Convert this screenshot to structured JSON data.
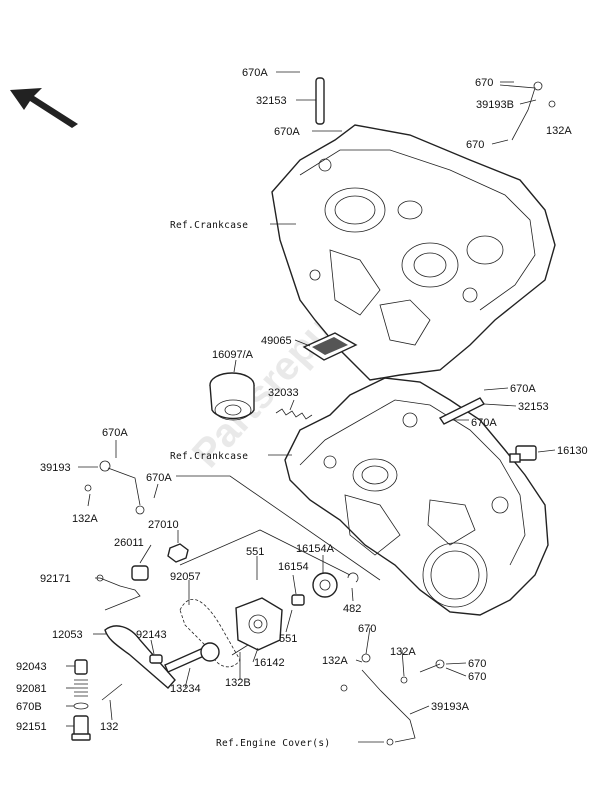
{
  "watermark": "Partsrepublik",
  "ref_labels": {
    "crankcase_upper": "Ref.Crankcase",
    "crankcase_lower": "Ref.Crankcase",
    "engine_cover": "Ref.Engine Cover(s)"
  },
  "parts": {
    "p670A_top": "670A",
    "p32153_top": "32153",
    "p670A_top2": "670A",
    "p670_tr1": "670",
    "p39193B": "39193B",
    "p132A_tr": "132A",
    "p670_tr2": "670",
    "p49065": "49065",
    "p16097A": "16097/A",
    "p32033": "32033",
    "p670A_r1": "670A",
    "p32153_r": "32153",
    "p670A_r2": "670A",
    "p16130": "16130",
    "p670A_l1": "670A",
    "p39193_l": "39193",
    "p670A_l2": "670A",
    "p132A_l": "132A",
    "p27010": "27010",
    "p26011": "26011",
    "p551_a": "551",
    "p16154A": "16154A",
    "p16154": "16154",
    "p92171": "92171",
    "p92057": "92057",
    "p482": "482",
    "p551_b": "551",
    "p12053": "12053",
    "p92143": "92143",
    "p16142": "16142",
    "p92043": "92043",
    "p92081": "92081",
    "p13234": "13234",
    "p132B": "132B",
    "p670B": "670B",
    "p92151": "92151",
    "p132": "132",
    "p670_br": "670",
    "p132A_br1": "132A",
    "p132A_br2": "132A",
    "p670_br2": "670",
    "p670_br3": "670",
    "p39193A": "39193A"
  }
}
